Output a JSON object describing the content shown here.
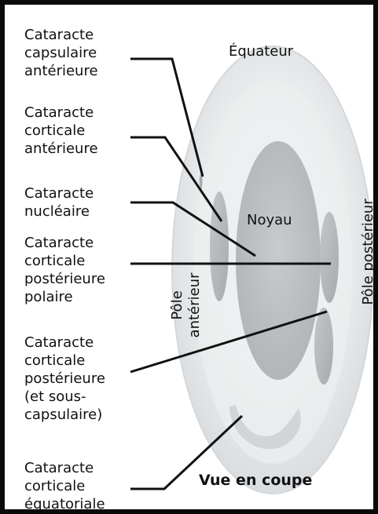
{
  "labels": {
    "capsulaire_anterieure": "Cataracte\ncapsulaire\nantérieure",
    "corticale_anterieure": "Cataracte\ncorticale\nantérieure",
    "nucleaire": "Cataracte\nnucléaire",
    "corticale_posterieure_polaire": "Cataracte\ncorticale\npostérieure\npolaire",
    "corticale_posterieure_souscapsulaire": "Cataracte\ncorticale\npostérieure\n(et sous-\ncapsulaire)",
    "corticale_equatoriale": "Cataracte\ncorticale\néquatoriale"
  },
  "structures": {
    "equateur": "Équateur",
    "noyau": "Noyau",
    "pole_anterieur": "Pôle\nantérieur",
    "pole_posterieur": "Pôle postérieur"
  },
  "caption": "Vue en coupe",
  "colors": {
    "lens_outer": "#e9ebec",
    "lens_edge": "#d8dbdd",
    "nucleus": "#b7b9bc",
    "opacity": "#aeb1b4",
    "line": "#111111",
    "border": "#0b0b0b"
  }
}
